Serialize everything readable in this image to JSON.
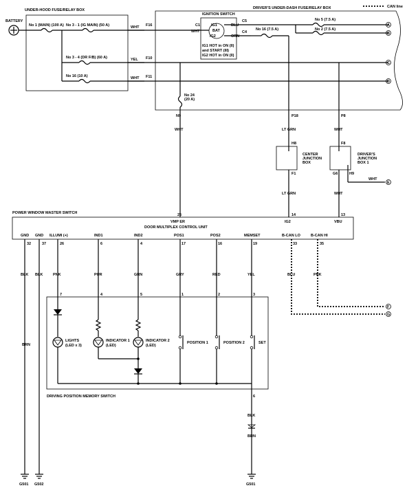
{
  "legend": {
    "can_line": "CAN line"
  },
  "boxes": {
    "under_hood": "UNDER-HOOD FUSE/RELAY BOX",
    "under_dash": "DRIVER'S UNDER-DASH FUSE/RELAY BOX",
    "ignition": "IGNITION SWITCH",
    "power_window": "POWER WINDOW MASTER SWITCH",
    "dmcu": "DOOR MULTIPLEX CONTROL UNIT",
    "center_jb": [
      "CENTER",
      "JUNCTION",
      "BOX"
    ],
    "drivers_jb": [
      "DRIVER'S",
      "JUNCTION",
      "BOX 1"
    ],
    "memory_switch": "DRIVING POSITION MEMORY SWITCH"
  },
  "battery": "BATTERY",
  "fuses": {
    "f1": "No 1 (MAIN) (100 A)",
    "f3": "No 3 - 1 (IG MAIN) (50 A)",
    "f31": "No 3 - 4 (DR F/B) (60 A)",
    "f16uh": "No 16 (10 A)",
    "f5": "No 5 (7.5 A)",
    "f2": "No 2 (7.5 A)",
    "f16": "No 16 (7.5 A)",
    "f24": [
      "No 24",
      "(20 A)"
    ]
  },
  "ignition": {
    "ig1": "IG1",
    "bat": "BAT",
    "ig2": "IG2",
    "note": [
      "IG1 HOT in ON (II)",
      "and START (III)",
      "IG2 HOT in ON (II)"
    ]
  },
  "connectors": {
    "f16": "F16",
    "f10": "F10",
    "f11": "F11",
    "c1": "C1",
    "c5": "C5",
    "c4": "C4",
    "n9": "N9",
    "p18": "P18",
    "p8": "P8",
    "h8": "H8",
    "f1": "F1",
    "f8": "F8",
    "g6": "G6",
    "h9": "H9"
  },
  "wires": {
    "wht": "WHT",
    "yel": "YEL",
    "blu": "BLU",
    "orn": "ORN",
    "ltgrn": "LT GRN",
    "blk": "BLK",
    "pnk": "PNK",
    "pur": "PUR",
    "grn": "GRN",
    "gry": "GRY",
    "red": "RED",
    "brn": "BRN"
  },
  "offpage": [
    "A",
    "B",
    "C",
    "D",
    "E",
    "F",
    "G"
  ],
  "unit_pins": {
    "vmp": "VMP ER",
    "ig2": "IG2",
    "vbu": "VBU",
    "pin25": "25",
    "pin14": "14",
    "pin13": "13",
    "labels": [
      "GND",
      "GND",
      "ILLUMI (+)",
      "IND1",
      "IND2",
      "POS1",
      "POS2",
      "MEMSET",
      "B-CAN LO",
      "B-CAN HI"
    ],
    "numbers": [
      "32",
      "37",
      "26",
      "6",
      "4",
      "17",
      "16",
      "19",
      "33",
      "35"
    ]
  },
  "switch_pins": [
    "7",
    "4",
    "5",
    "1",
    "2",
    "3",
    "6"
  ],
  "components": {
    "lights": [
      "LIGHTS",
      "(LED x 3)"
    ],
    "ind1": [
      "INDICATOR 1",
      "(LED)"
    ],
    "ind2": [
      "INDICATOR 2",
      "(LED)"
    ],
    "pos1": "POSITION 1",
    "pos2": "POSITION 2",
    "set": "SET"
  },
  "grounds": [
    "G501",
    "G502",
    "G501"
  ]
}
